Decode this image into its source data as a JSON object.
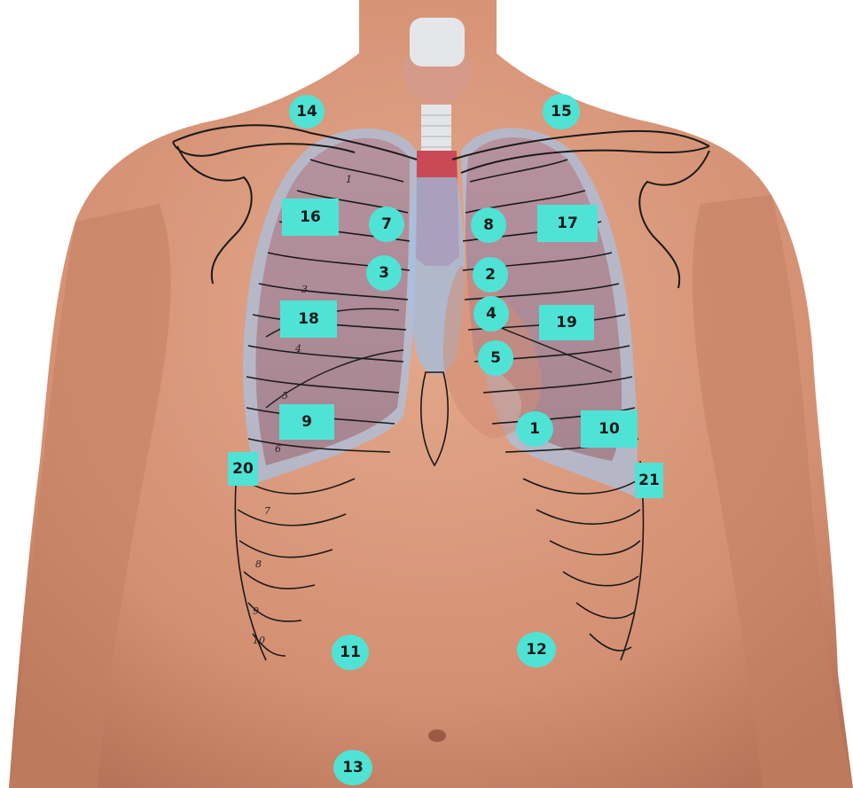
{
  "markers": {
    "m1": "1",
    "m2": "2",
    "m3": "3",
    "m4": "4",
    "m5": "5",
    "m7": "7",
    "m8": "8",
    "m9": "9",
    "m10": "10",
    "m11": "11",
    "m12": "12",
    "m13": "13",
    "m14": "14",
    "m15": "15",
    "m16": "16",
    "m17": "17",
    "m18": "18",
    "m19": "19",
    "m20": "20",
    "m21": "21"
  },
  "rib_numbers": {
    "r1": "1",
    "r3": "3",
    "r4": "4",
    "r5": "5",
    "r6": "6",
    "r7": "7",
    "r8": "8",
    "r9": "9",
    "r10": "10"
  },
  "colors": {
    "marker": "#4fe3d6",
    "skin": "#d7967a",
    "lung": "#b58a96",
    "pleura": "#8fb5dd"
  }
}
